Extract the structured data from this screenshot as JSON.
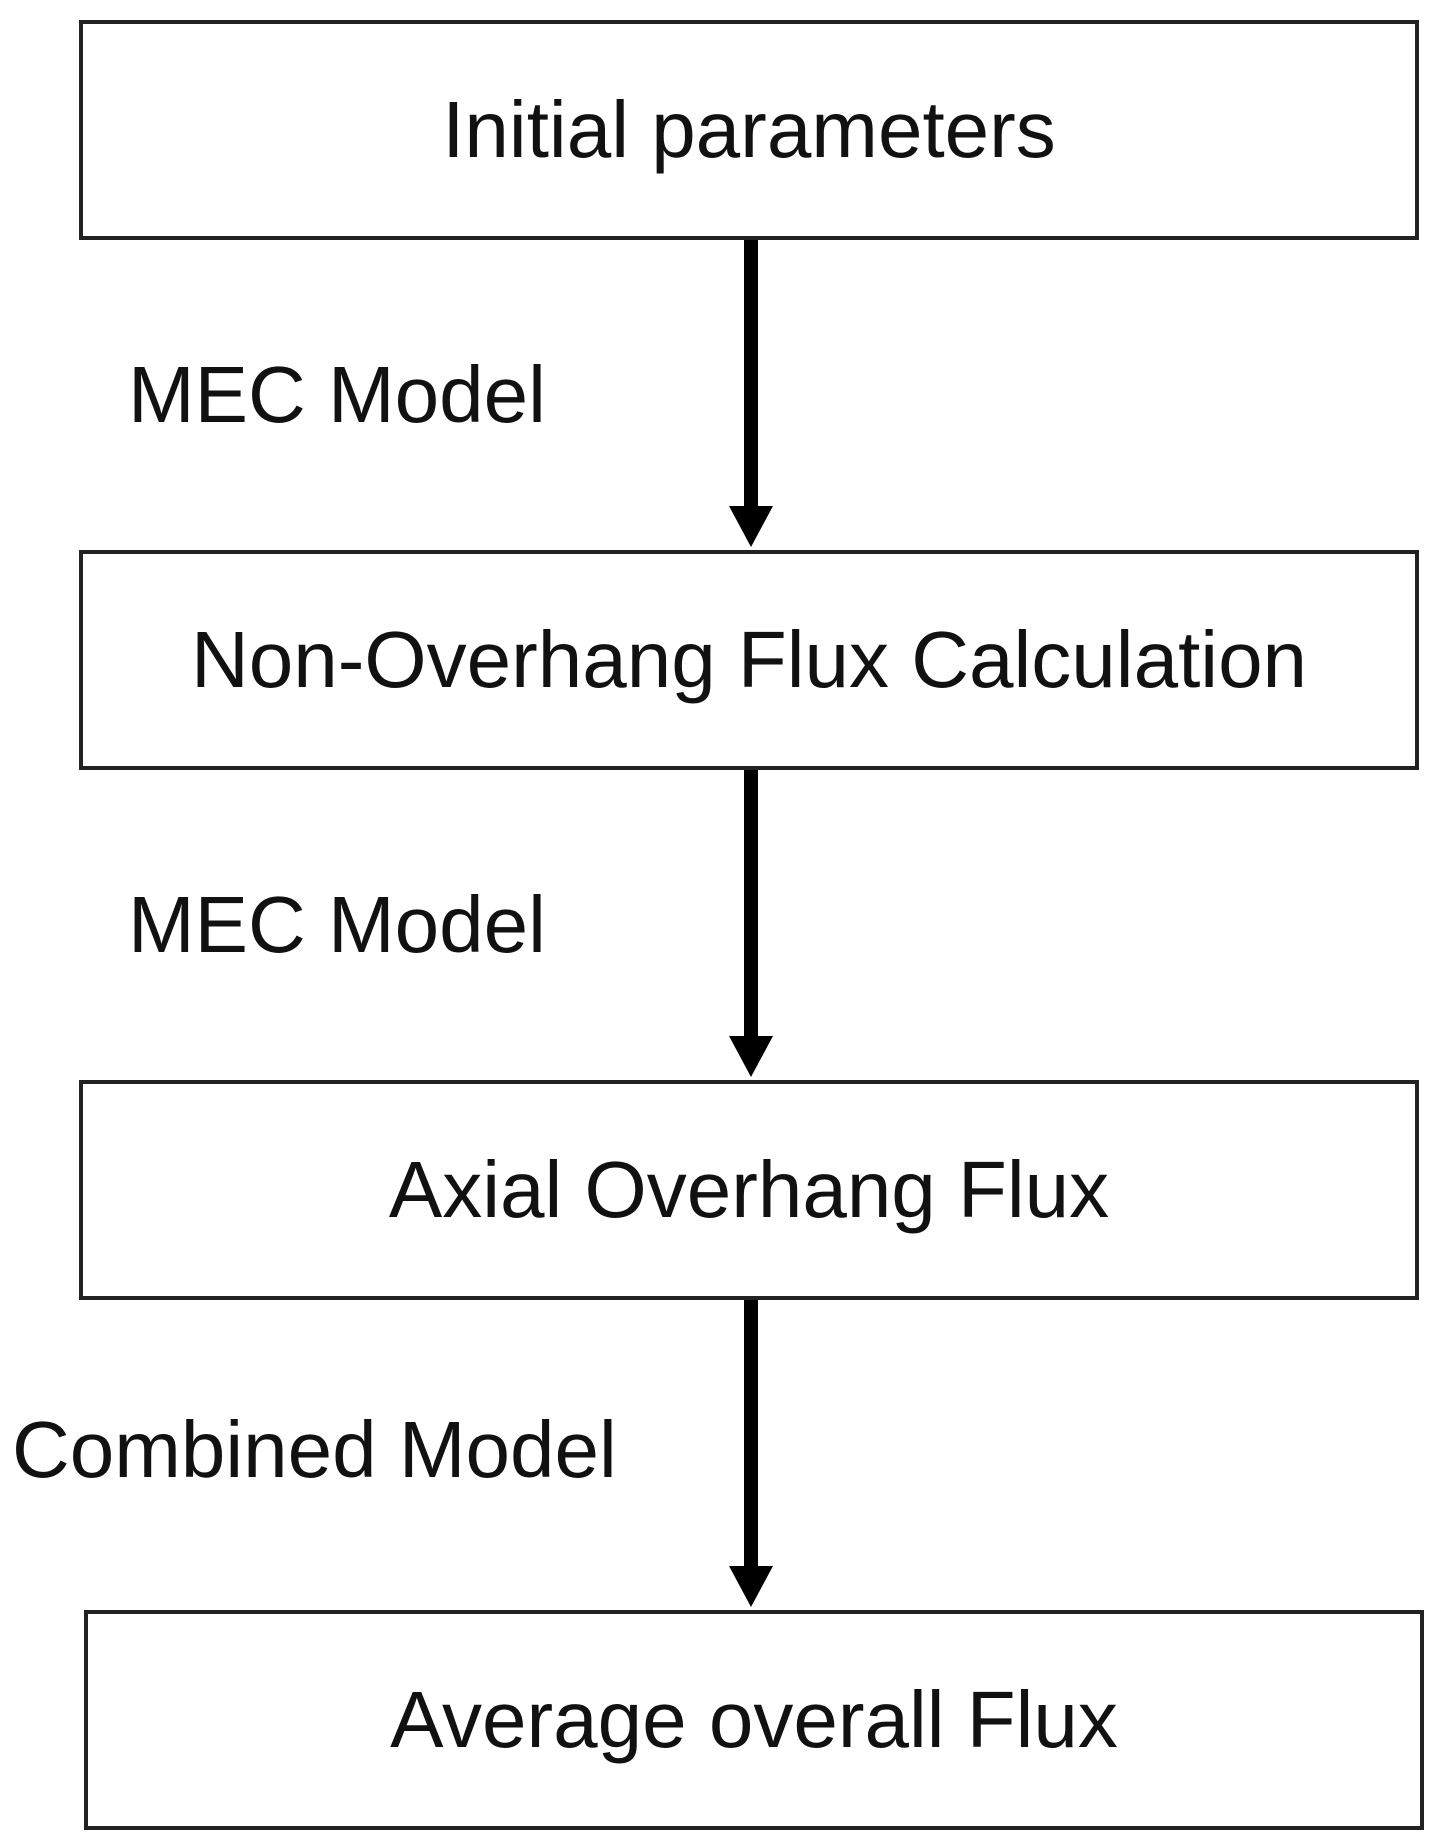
{
  "diagram": {
    "type": "flowchart",
    "nodes": [
      {
        "id": "n1",
        "label": "Initial parameters"
      },
      {
        "id": "n2",
        "label": "Non-Overhang Flux Calculation"
      },
      {
        "id": "n3",
        "label": "Axial Overhang Flux"
      },
      {
        "id": "n4",
        "label": "Average overall Flux"
      }
    ],
    "edges": [
      {
        "from": "n1",
        "to": "n2",
        "label": "MEC Model"
      },
      {
        "from": "n2",
        "to": "n3",
        "label": "MEC Model"
      },
      {
        "from": "n3",
        "to": "n4",
        "label": "Combined Model"
      }
    ],
    "colors": {
      "stroke": "#000000",
      "border": "#222222",
      "background": "#ffffff"
    }
  }
}
